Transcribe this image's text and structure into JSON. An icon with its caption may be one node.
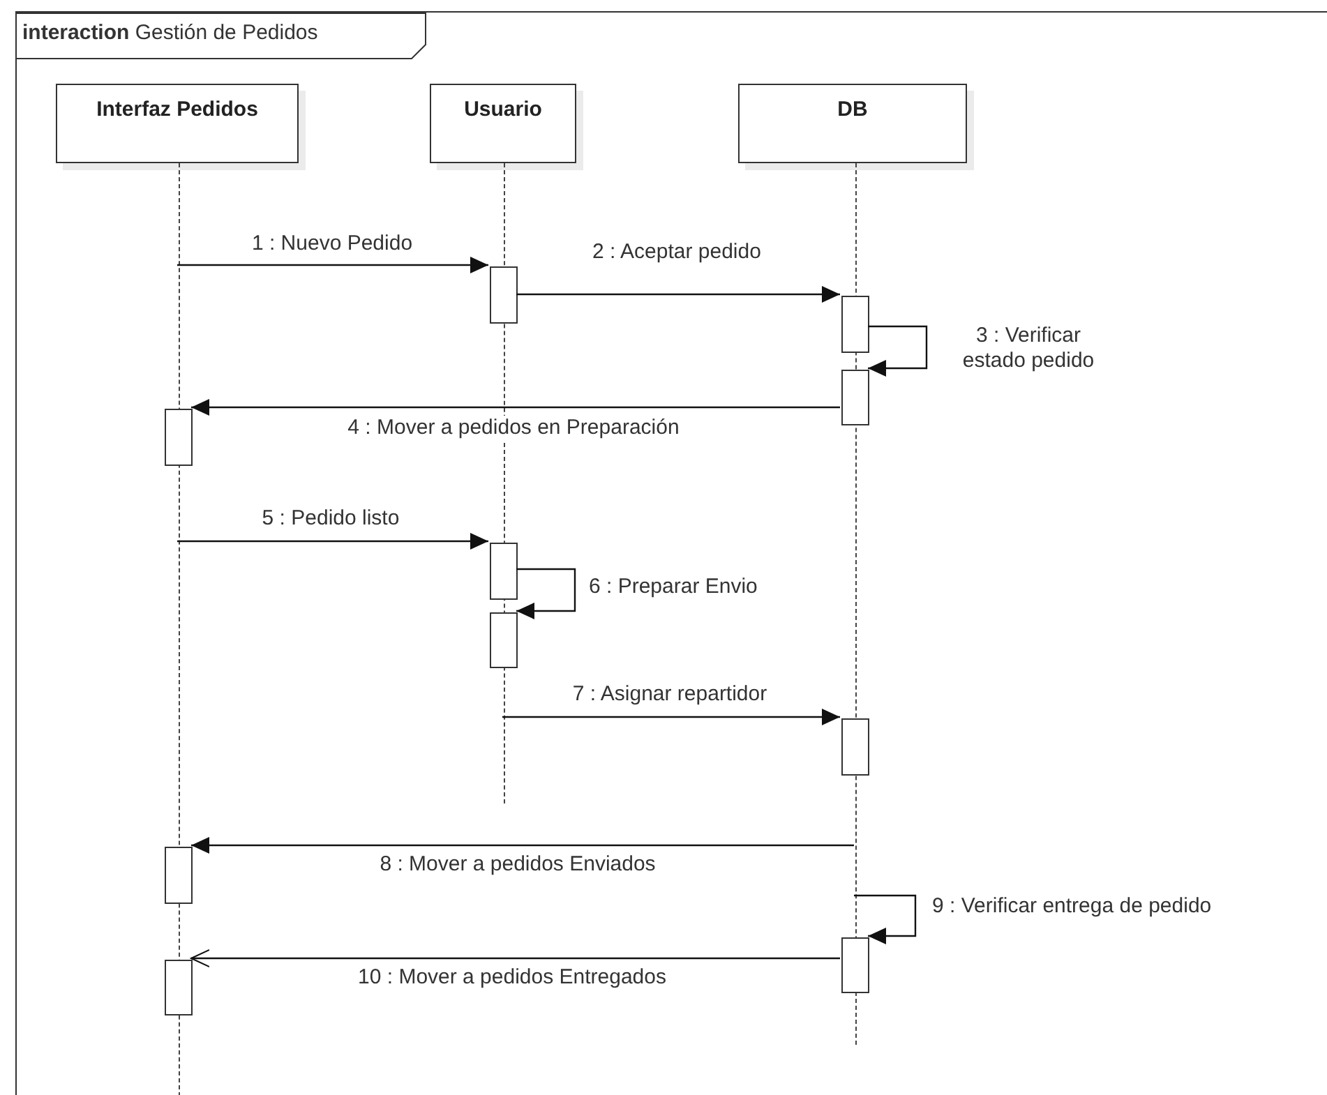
{
  "diagram": {
    "nodes": [
      {
        "text": [
          "**interaction** Gestión de Pedidos"
        ]
      },
      {
        "text": [
          "Interfaz Pedidos"
        ],
        "in": 0
      },
      {
        "text": [
          "Usuario"
        ],
        "in": 0
      },
      {
        "text": [
          "DB"
        ],
        "in": 0
      },
      {
        "text": [],
        "shape": "line",
        "in": 0
      },
      {
        "text": [],
        "shape": "line",
        "in": 0
      },
      {
        "text": [],
        "shape": "line",
        "in": 0
      },
      {
        "text": [],
        "shape": "bar",
        "in": 0
      },
      {
        "text": [],
        "shape": "bar",
        "in": 0
      },
      {
        "text": [],
        "shape": "bar",
        "in": 0
      },
      {
        "text": [],
        "shape": "bar",
        "in": 0
      },
      {
        "text": [],
        "shape": "bar",
        "in": 0
      },
      {
        "text": [],
        "shape": "bar",
        "in": 0
      },
      {
        "text": [],
        "shape": "bar",
        "in": 0
      },
      {
        "text": [],
        "shape": "bar",
        "in": 0
      },
      {
        "text": [],
        "shape": "bar",
        "in": 0
      },
      {
        "text": [],
        "shape": "bar",
        "in": 0
      }
    ],
    "edges": [
      {
        "from": 4,
        "to": 10,
        "arrow": "to",
        "label": "1 : Nuevo Pedido"
      },
      {
        "from": 10,
        "to": 13,
        "arrow": "to",
        "label": "2 : Aceptar pedido"
      },
      {
        "from": 13,
        "to": 14,
        "arrow": "to",
        "label": "3 : Verificar estado pedido"
      },
      {
        "from": 14,
        "to": 7,
        "arrow": "to",
        "label": "4 : Mover a pedidos en Preparación"
      },
      {
        "from": 4,
        "to": 11,
        "arrow": "to",
        "label": "5 : Pedido listo"
      },
      {
        "from": 11,
        "to": 12,
        "arrow": "to",
        "label": "6 : Preparar Envio"
      },
      {
        "from": 5,
        "to": 15,
        "arrow": "to",
        "label": "7 : Asignar repartidor"
      },
      {
        "from": 6,
        "to": 8,
        "arrow": "to",
        "label": "8 : Mover a pedidos Enviados"
      },
      {
        "from": 6,
        "to": 16,
        "arrow": "to",
        "label": "9 : Verificar entrega de pedido"
      },
      {
        "from": 16,
        "to": 9,
        "arrow": "to",
        "label": "10 : Mover a pedidos Entregados"
      }
    ]
  }
}
